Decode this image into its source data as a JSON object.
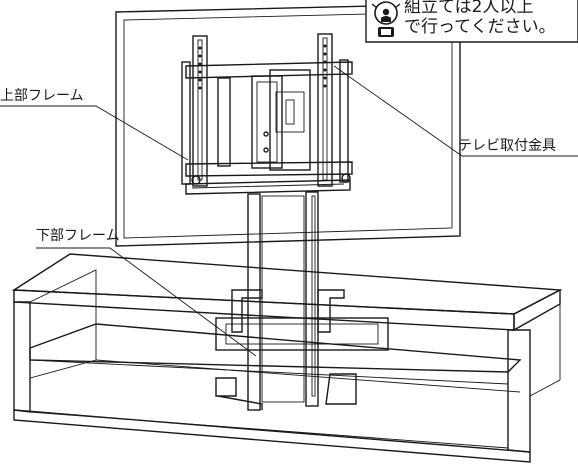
{
  "notice": {
    "line1": "組立ては2人以上",
    "line2": "で行ってください。",
    "icon": "two-person-warning-icon"
  },
  "labels": {
    "upper_frame": "上部フレーム",
    "lower_frame": "下部フレーム",
    "tv_bracket": "テレビ取付金具"
  }
}
